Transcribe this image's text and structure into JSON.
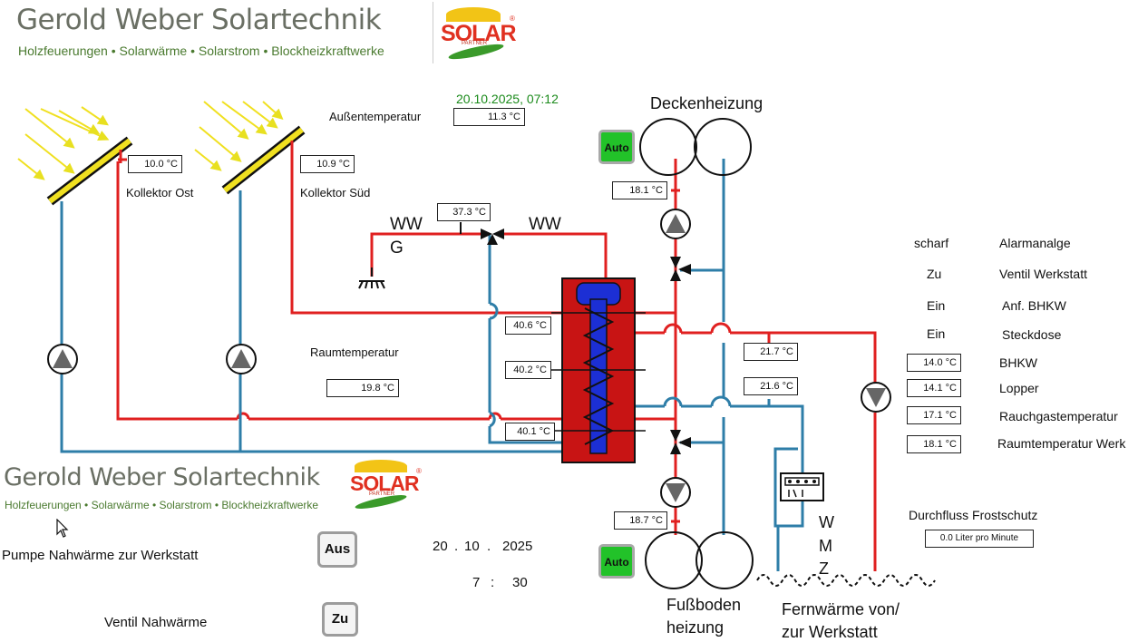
{
  "header": {
    "brand_title": "Gerold Weber Solartechnik",
    "brand_subtitle": "Holzfeuerungen • Solarwärme • Solarstrom • Blockheizkraftwerke",
    "logo_text": "SOLAR",
    "logo_sub": "PARTNER",
    "logo_reg": "®"
  },
  "datetime_top": "20.10.2025,  07:12",
  "outdoor": {
    "label": "Außentemperatur",
    "value": "11.3 °C"
  },
  "collectors": [
    {
      "label": "Kollektor Ost",
      "value": "10.0 °C"
    },
    {
      "label": "Kollektor Süd",
      "value": "10.9 °C"
    }
  ],
  "room": {
    "label": "Raumtemperatur",
    "value": "19.8 °C"
  },
  "hotwater": {
    "ww_left": "WW",
    "g_left": "G",
    "ww_right": "WW",
    "mixer_temp": "37.3 °C"
  },
  "tank_temps": [
    "40.6 °C",
    "40.2 °C",
    "40.1 °C"
  ],
  "ceiling": {
    "title": "Deckenheizung",
    "auto_label": "Auto",
    "temp": "18.1 °C"
  },
  "floor": {
    "title_line1": "Fußboden",
    "title_line2": "heizung",
    "auto_label": "Auto",
    "temp": "18.7 °C"
  },
  "district": {
    "temp1": "21.7 °C",
    "temp2": "21.6 °C",
    "title_line1": "Fernwärme von/",
    "title_line2": "zur  Werkstatt",
    "wmz_w": "W",
    "wmz_m": "M",
    "wmz_z": "Z"
  },
  "status_rows": [
    {
      "state": "scharf",
      "label": "Alarmanalge"
    },
    {
      "state": "Zu",
      "label": "Ventil Werkstatt"
    },
    {
      "state": "Ein",
      "label": "Anf. BHKW"
    },
    {
      "state": "Ein",
      "label": "Steckdose"
    }
  ],
  "temp_rows": [
    {
      "value": "14.0 °C",
      "label": "BHKW"
    },
    {
      "value": "14.1 °C",
      "label": "Lopper"
    },
    {
      "value": "17.1 °C",
      "label": "Rauchgastemperatur"
    },
    {
      "value": "18.1 °C",
      "label": "Raumtemperatur Werk"
    }
  ],
  "flow": {
    "label": "Durchfluss Frostschutz",
    "value": "0.0 Liter pro Minute"
  },
  "controls": {
    "pump_label": "Pumpe  Nahwärme zur Werkstatt",
    "pump_button": "Aus",
    "valve_label": "Ventil Nahwärme",
    "valve_button": "Zu"
  },
  "date_display": {
    "day": "20",
    "sep1": ".",
    "month": "10",
    "sep2": ".",
    "year": "2025",
    "hour": "7",
    "sep3": ":",
    "minute": "30"
  },
  "colors": {
    "red": "#e02020",
    "blue": "#2e7ea8",
    "tank": "#c81414",
    "coil": "#1c2fd4",
    "auto_green": "#22c229",
    "collector": "#f0e020"
  }
}
